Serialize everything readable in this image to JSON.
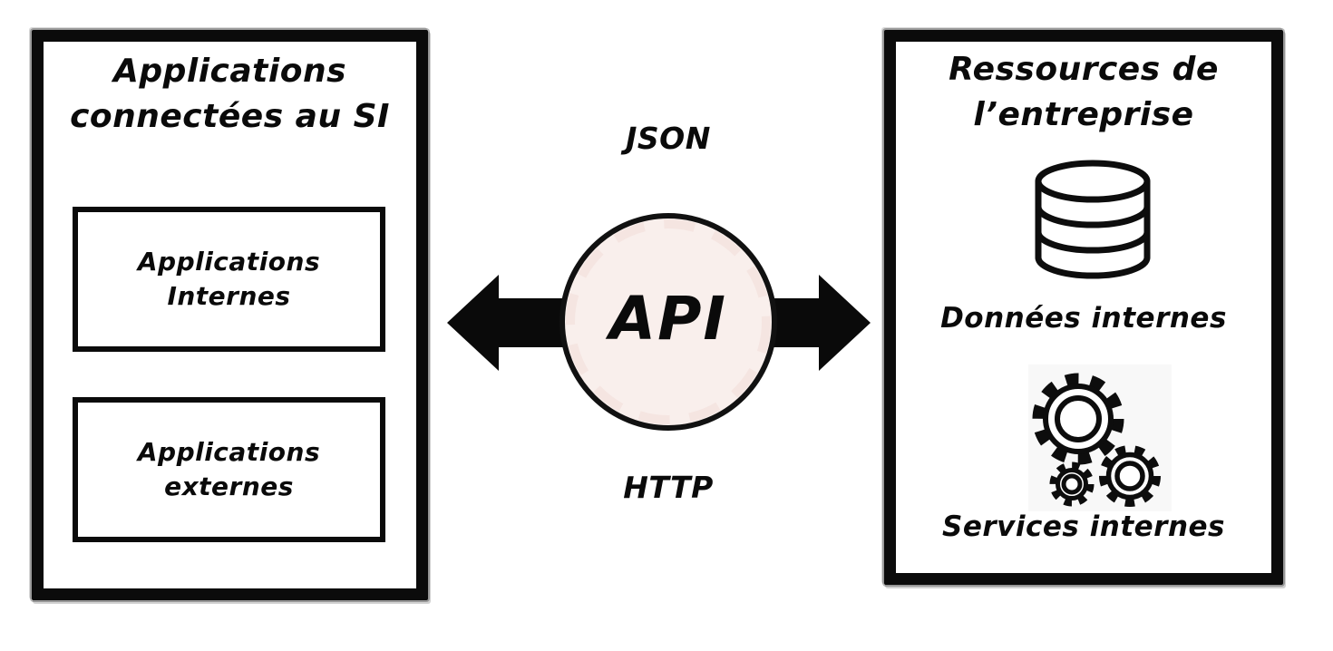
{
  "left_panel": {
    "title": "Applications connectées au SI",
    "boxes": [
      {
        "label": "Applications Internes"
      },
      {
        "label": "Applications externes"
      }
    ]
  },
  "center": {
    "top_label": "JSON",
    "hub_label": "API",
    "bottom_label": "HTTP",
    "arrow_color": "#0a0a0a",
    "circle_fill": "#f9efec",
    "circle_stroke": "#111111"
  },
  "right_panel": {
    "title": "Ressources de l’entreprise",
    "items": [
      {
        "icon": "database-icon",
        "label": "Données internes"
      },
      {
        "icon": "gears-icon",
        "label": "Services internes"
      }
    ]
  }
}
